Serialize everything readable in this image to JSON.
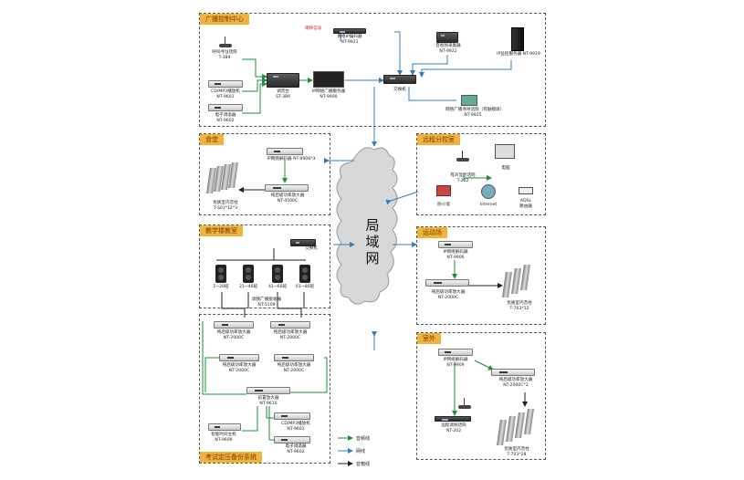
{
  "lan": {
    "text": "局域网"
  },
  "panels": {
    "control": "广播控制中心",
    "canteen": "食堂",
    "remote": "远程分控室",
    "teaching": "教学楼教室",
    "sports": "运动场",
    "outdoor": "室外",
    "exam": "考试定压备份系统"
  },
  "control": {
    "mic": "呼叫寻址话筒\nT-389",
    "cd": "CD/MP3播放机\nNT-9601",
    "tuner": "电子调谐器\nNT-9602",
    "mixer": "调音台\nST-389",
    "ipserver": "IP网络广播服务器\nNT-9900",
    "source_label": "闹铃信号",
    "encoder": "网络IP编码器\nNT-9921",
    "collector": "音视频采集器\nNT-9922",
    "monitor": "IP监控服务器 NT-9919",
    "switch": "交换机",
    "pager": "网络广播寻呼话筒（有触摸屏）\nNT-9925"
  },
  "canteen": {
    "decoder": "IP网络解码器 NT-9906*3",
    "amp": "纯后级功率放大器\nNT-4500C",
    "column": "优质室内音柱\nT-S01*12*3"
  },
  "remote": {
    "mic": "有声显示话筒\nT-202",
    "pc": "电脑",
    "firewall": "防火墙",
    "internet": "Internet",
    "router": "ADSL\n路由器"
  },
  "teaching": {
    "switch": "交换机",
    "classes": [
      "1~20班",
      "21~40班",
      "41~60班",
      "61~80班"
    ],
    "relay": "调频广播接收器\nNT-5109",
    "amps": [
      "纯后级功率放大器\nNT-2000C",
      "纯后级功率放大器\nNT-2000C",
      "纯后级功率放大器\nNT-2000C",
      "纯后级功率放大器\nNT-2000C"
    ],
    "preamp": "前置放大器\nNT-9610",
    "timer": "智能时间主机\nNT-9609",
    "cd": "CD/MP3播放机\nNT-9601",
    "tuner": "电子调谐器\nNT-9602"
  },
  "sports": {
    "decoder": "IP网络解码器\nNT-9906",
    "amp": "纯后级功率放大器\nNT-2000C",
    "column": "优质室内音柱\nT-703*12"
  },
  "outdoor": {
    "decoder": "IP网络解码器\nNT-9909",
    "amp": "纯后级功率放大器\nNT-2000C*2",
    "mic": "远程调频话筒\nNT-202",
    "column": "优质室内音柱\nT-703*28"
  },
  "legend": [
    {
      "label": "音频线",
      "color": "#1b8f3a"
    },
    {
      "label": "网线",
      "color": "#2f7fc2"
    },
    {
      "label": "音箱线",
      "color": "#222222"
    }
  ]
}
